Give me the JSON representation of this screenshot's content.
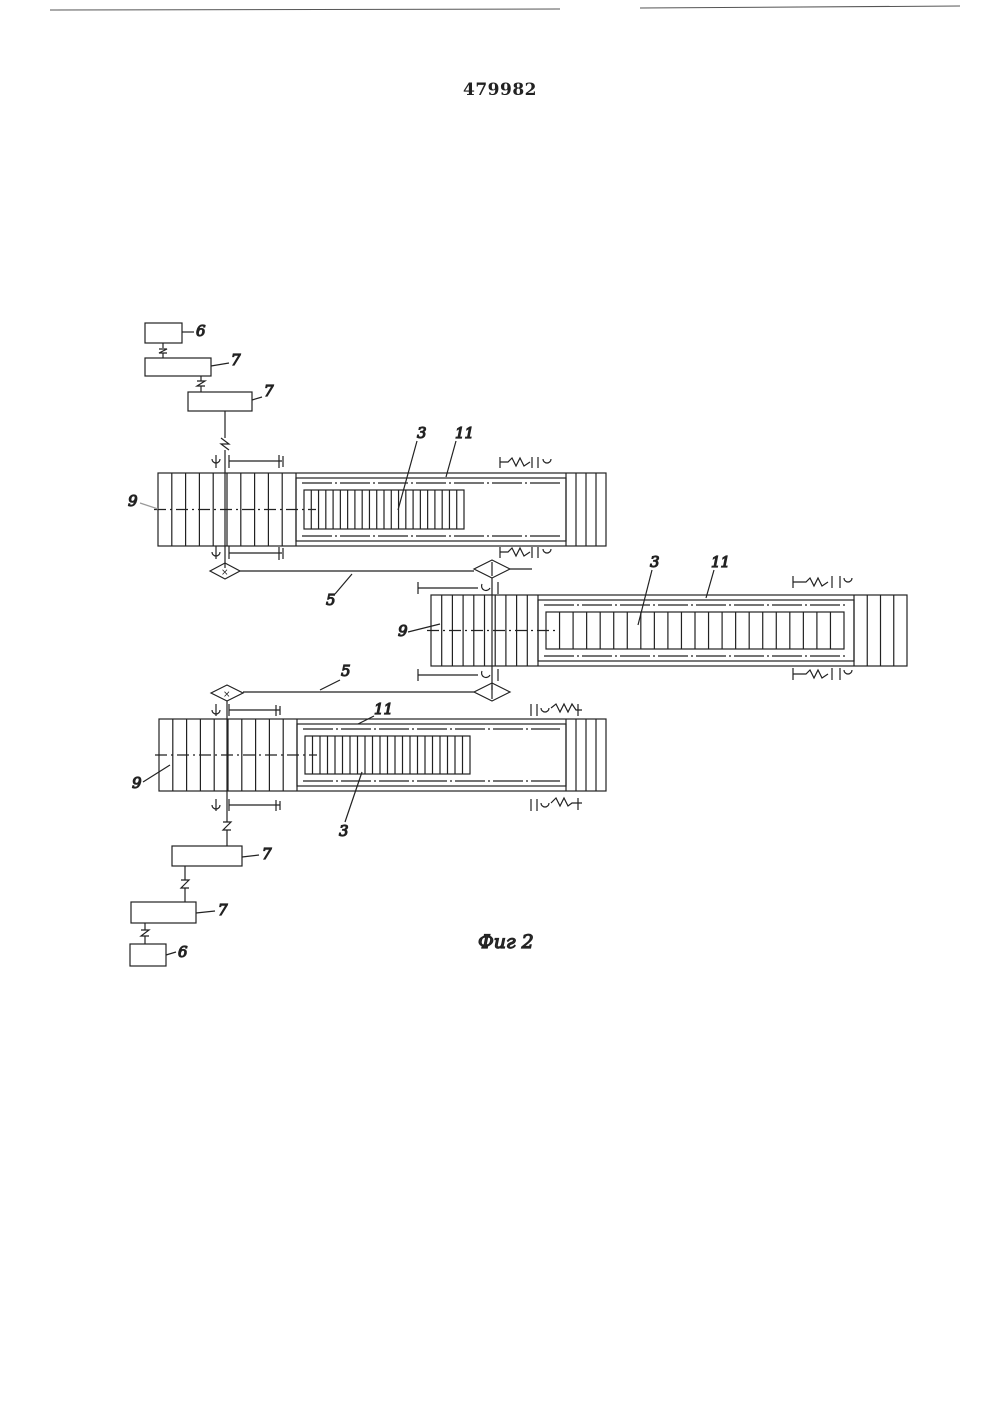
{
  "document_number": "479982",
  "figure_caption": "Фиг 2",
  "labels": {
    "l6": "6",
    "l7": "7",
    "l3": "3",
    "l11": "11",
    "l5": "5",
    "l9": "9"
  },
  "colors": {
    "ink": "#222222",
    "paper": "#ffffff"
  }
}
